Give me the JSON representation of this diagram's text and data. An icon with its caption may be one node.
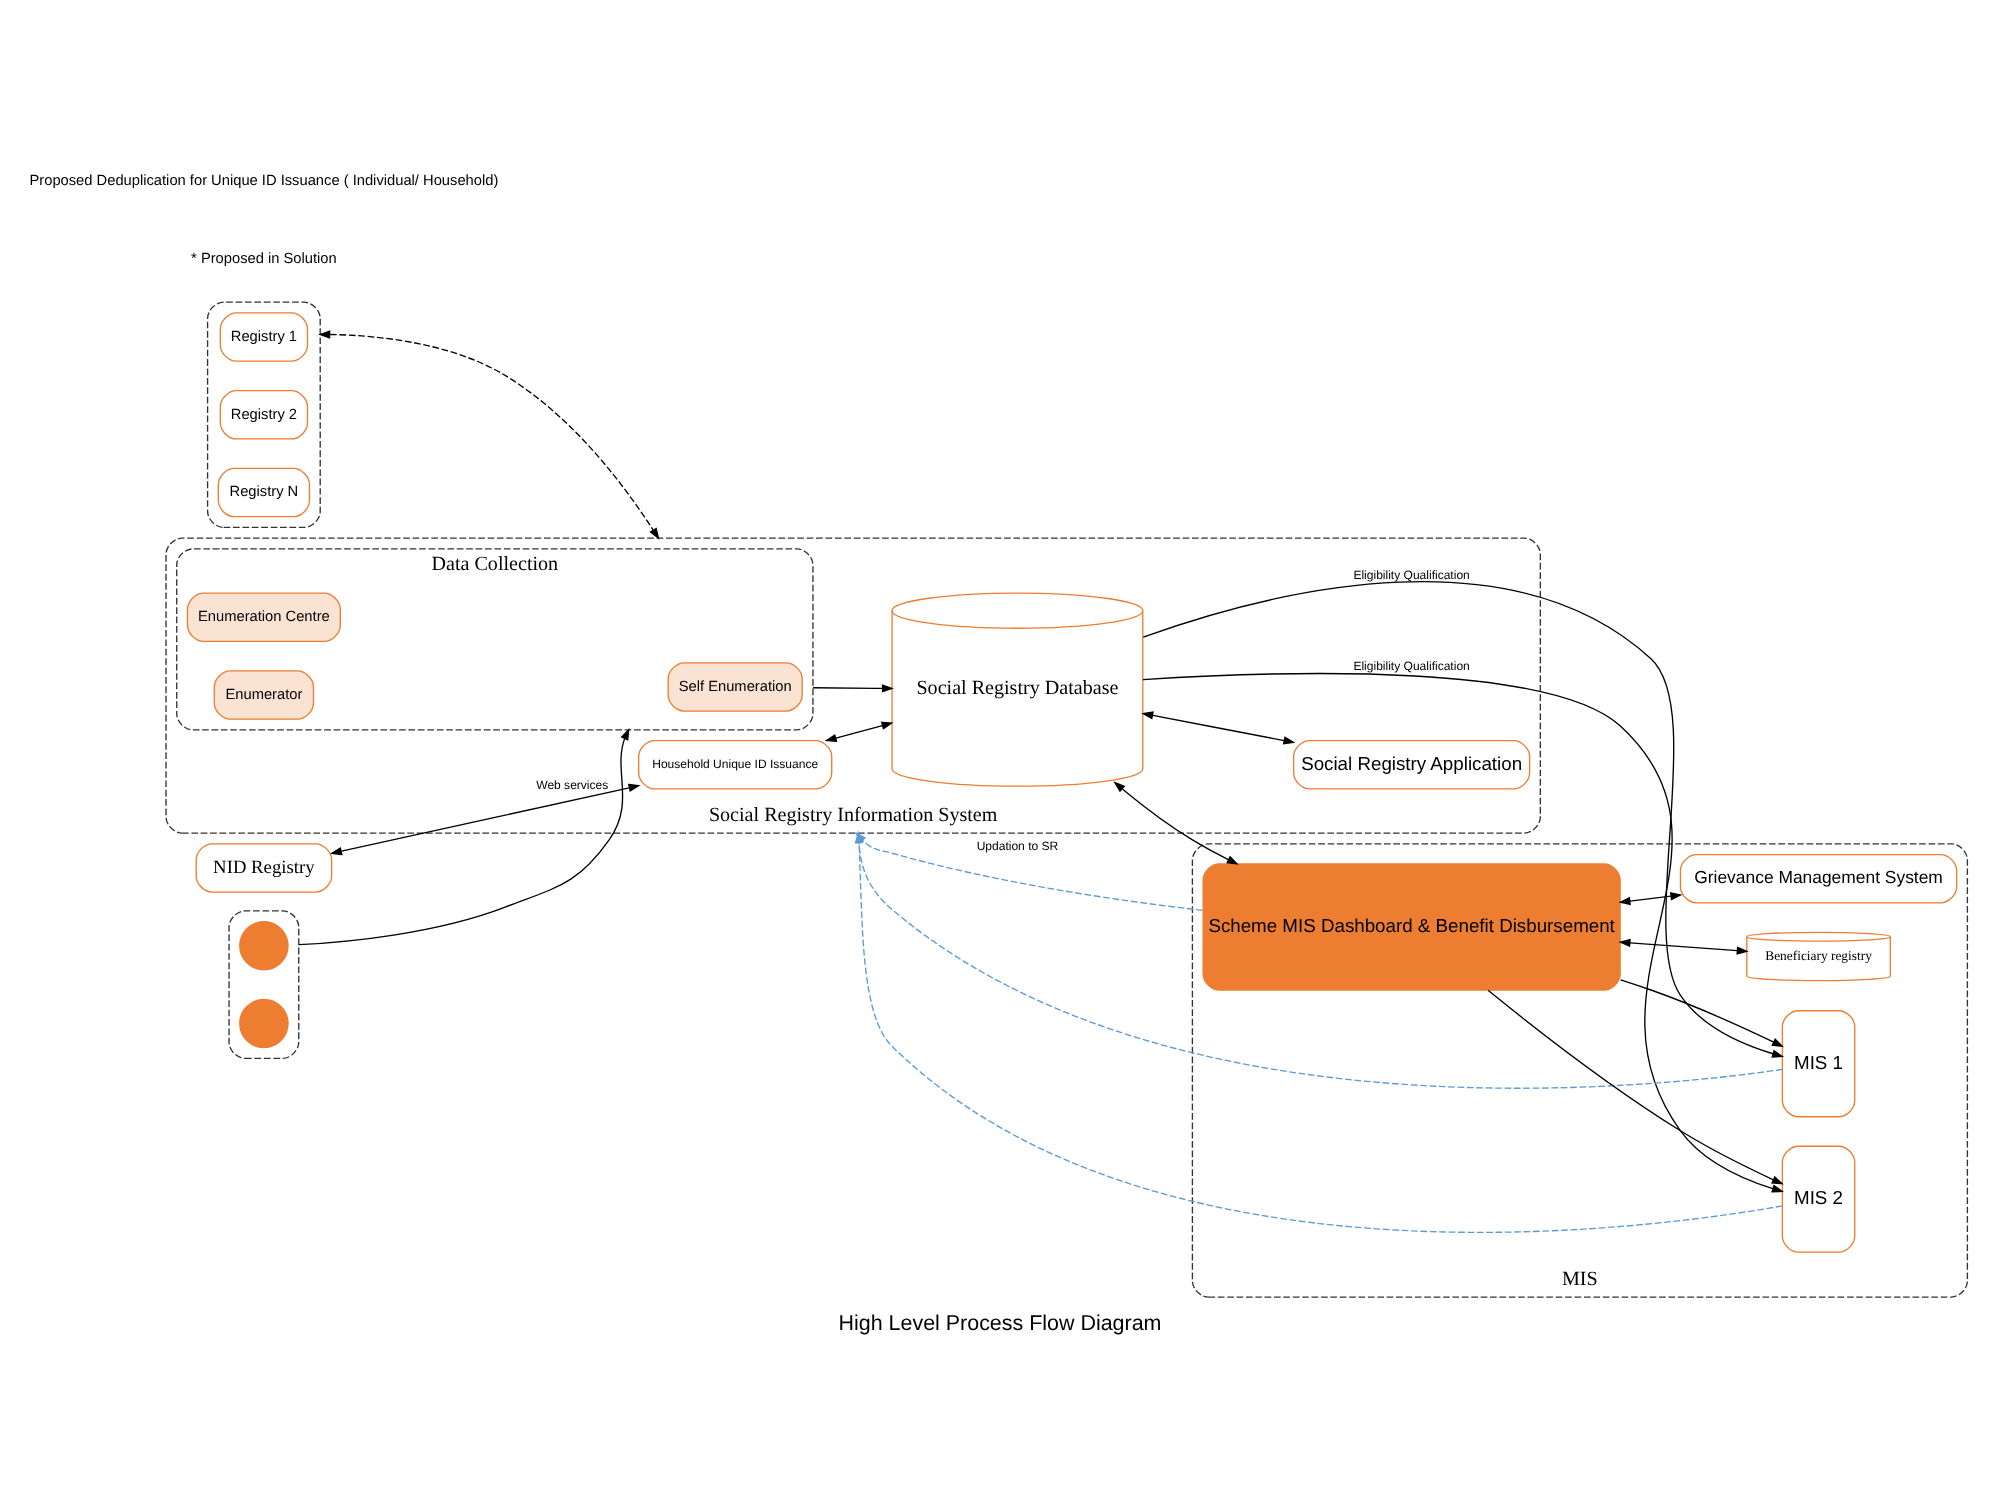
{
  "diagram": {
    "title": "High Level Process Flow Diagram",
    "nodes": [
      {
        "text": [],
        "shape": "box"
      },
      {
        "text": [
          "Registry 1"
        ],
        "in": 0
      },
      {
        "text": [
          "Registry 2"
        ],
        "in": 0
      },
      {
        "text": [
          "Registry N"
        ],
        "in": 0
      },
      {
        "text": [
          "NID Registry"
        ]
      },
      {
        "text": [
          "Social Registry Information System"
        ]
      },
      {
        "text": [
          "Data Collection"
        ],
        "in": 5
      },
      {
        "text": [
          "Self Enumeration"
        ],
        "in": 6
      },
      {
        "text": [
          "Enumeration Centre"
        ],
        "in": 6
      },
      {
        "text": [
          "Enumerator"
        ],
        "in": 6
      },
      {
        "text": [
          "Household Unique ID Issuance"
        ],
        "in": 5
      },
      {
        "text": [
          "Social Registry Database"
        ],
        "in": 5
      },
      {
        "text": [
          "Social Registry Application"
        ],
        "in": 5
      },
      {
        "text": [],
        "shape": "box"
      },
      {
        "text": [],
        "shape": "person",
        "in": 13
      },
      {
        "text": [],
        "shape": "person",
        "in": 13
      },
      {
        "text": [
          "MIS"
        ]
      },
      {
        "text": [
          "MIS 1"
        ],
        "in": 16
      },
      {
        "text": [
          "MIS 2"
        ],
        "in": 16
      },
      {
        "text": [
          "Scheme MIS Dashboard & Benefit Disbursement"
        ],
        "in": 16
      },
      {
        "text": [
          "Beneficiary registry"
        ],
        "in": 16
      },
      {
        "text": [
          "Grievance Management System"
        ],
        "in": 16
      }
    ],
    "edges": [
      {
        "from": 0,
        "to": 5,
        "arrow": "both",
        "style": "dashed"
      },
      {
        "from": 4,
        "to": 10,
        "arrow": "both",
        "label": "Web services"
      },
      {
        "from": 10,
        "to": 11,
        "arrow": "both"
      },
      {
        "from": 11,
        "to": 12,
        "arrow": "both"
      },
      {
        "from": 13,
        "to": 6,
        "arrow": "to"
      },
      {
        "from": 6,
        "to": 11,
        "arrow": "to"
      },
      {
        "from": 11,
        "to": 19,
        "arrow": "both"
      },
      {
        "from": 11,
        "to": 17,
        "arrow": "to",
        "label": "Eligibility Qualification"
      },
      {
        "from": 11,
        "to": 18,
        "arrow": "to",
        "label": "Eligibility Qualification"
      },
      {
        "from": 19,
        "to": 17,
        "arrow": "to"
      },
      {
        "from": 19,
        "to": 18,
        "arrow": "to"
      },
      {
        "from": 19,
        "to": 20,
        "arrow": "both"
      },
      {
        "from": 19,
        "to": 21,
        "arrow": "both"
      },
      {
        "from": 19,
        "to": 5,
        "arrow": "to",
        "style": "dashed",
        "color": "#5b9bd5",
        "label": "Updation to SR"
      },
      {
        "from": 17,
        "to": 5,
        "arrow": "to",
        "style": "dashed",
        "color": "#5b9bd5"
      },
      {
        "from": 18,
        "to": 5,
        "arrow": "to",
        "style": "dashed",
        "color": "#5b9bd5"
      }
    ],
    "labels": [
      "* Proposed in Solution",
      "Proposed Deduplication for Unique ID Issuance ( Individual/ Household)"
    ]
  }
}
